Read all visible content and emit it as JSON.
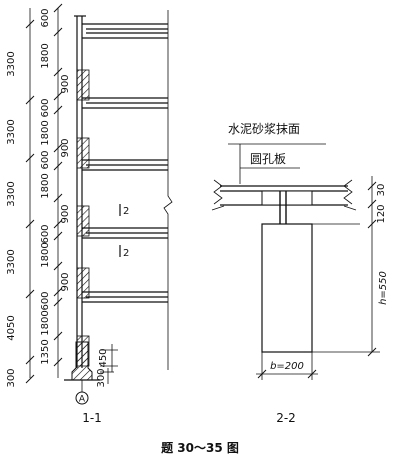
{
  "section_1_1": {
    "storey_heights_left": [
      "3300",
      "3300",
      "3300",
      "3300",
      "4050",
      "300"
    ],
    "dims_inner": [
      "600",
      "1800",
      "900",
      "600",
      "1800",
      "900",
      "600",
      "1800",
      "900",
      "600",
      "1800",
      "900",
      "600",
      "1800",
      "1350"
    ],
    "foundation_dim": "450",
    "foundation_bottom_dim": "300",
    "axis_label": "A",
    "section_mark": "2",
    "section_mark_2": "2",
    "caption": "1-1"
  },
  "section_2_2": {
    "surface_label": "水泥砂浆抹面",
    "slab_label": "圆孔板",
    "dim_top": "30",
    "dim_mid": "120",
    "beam_height": "h=550",
    "beam_width": "b=200",
    "caption": "2-2"
  },
  "figure_caption": "题 30～35 图"
}
